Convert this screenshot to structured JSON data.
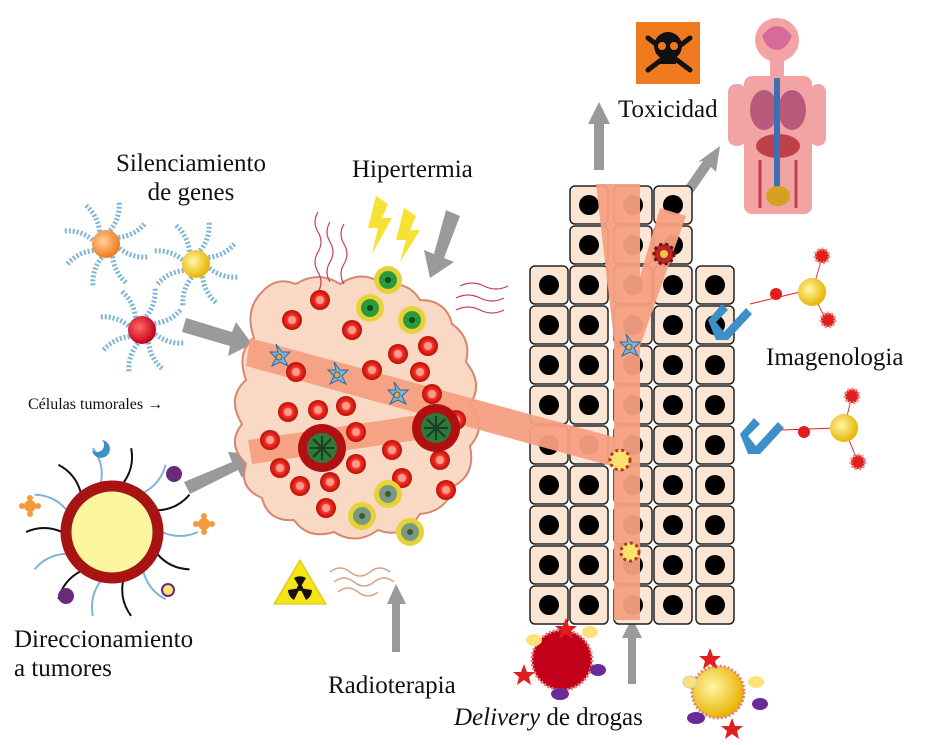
{
  "labels": {
    "silenciamiento_line1": "Silenciamiento",
    "silenciamiento_line2": "de genes",
    "hipertermia": "Hipertermia",
    "toxicidad": "Toxicidad",
    "imagenologia": "Imagenologia",
    "celulas_tumorales": "Células tumorales →",
    "direccionamiento_line1": "Direccionamiento",
    "direccionamiento_line2": "a tumores",
    "radioterapia": "Radioterapia",
    "delivery_italic": "Delivery",
    "delivery_rest": " de drogas"
  },
  "colors": {
    "vessel": "#f6a082",
    "tumor_fill": "#f9d8c4",
    "tumor_stroke": "#d8876f",
    "cell_fill": "#fbe6d6",
    "nucleus": "#000000",
    "rbc": "#e0231a",
    "arrow": "#9a9a9a",
    "toxic_bg": "#f07a1f",
    "antibody": "#3d8fc7"
  },
  "icons": {
    "toxicity": "skull-crossbones-icon",
    "radiation": "radiation-hazard-icon",
    "body": "human-anatomy-icon",
    "heat": "lightning-icon"
  }
}
